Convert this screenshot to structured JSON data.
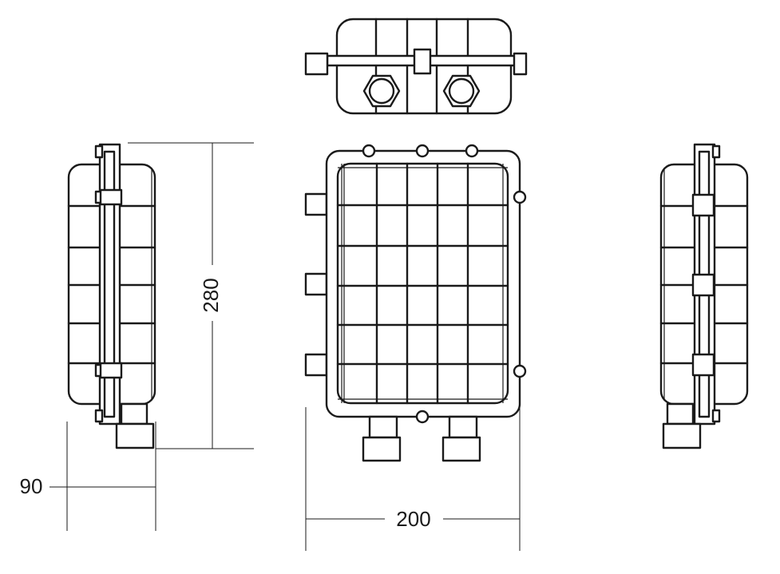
{
  "dimensions": {
    "height_label": "280",
    "width_label": "200",
    "depth_label": "90"
  }
}
